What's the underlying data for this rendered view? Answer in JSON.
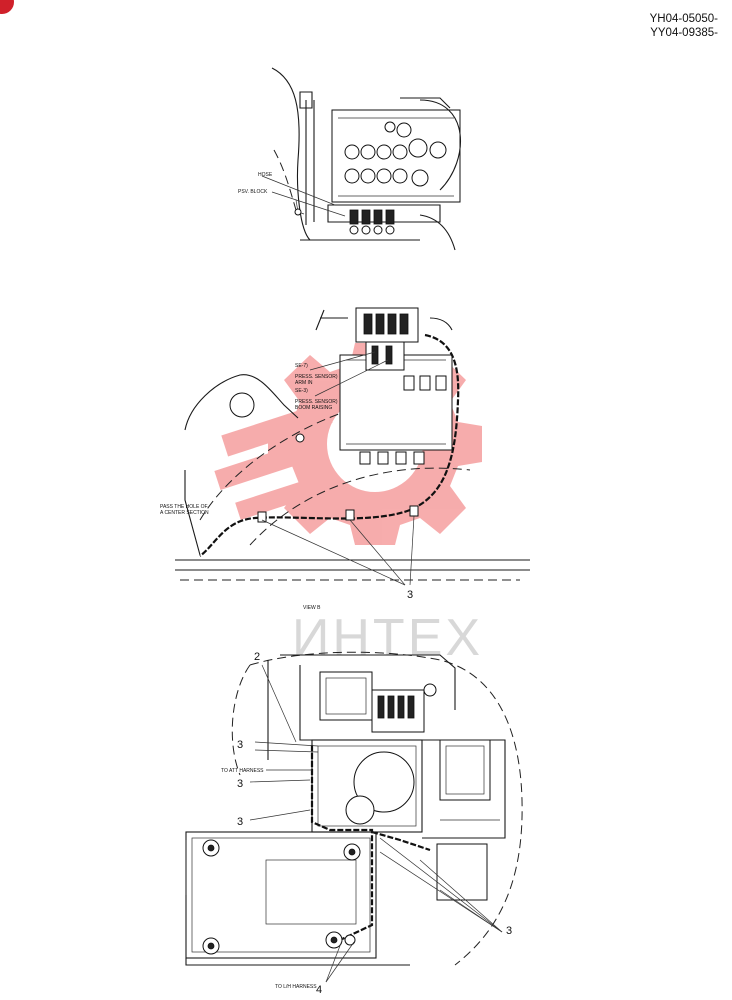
{
  "header": {
    "serial_line1": "YH04-05050-",
    "serial_line2": "YY04-09385-"
  },
  "watermark": {
    "text": "ИНТЕХ",
    "color": "#f06a6a"
  },
  "view_top": {
    "label_hose": "HOSE",
    "label_block": "PSV. BLOCK"
  },
  "view_middle": {
    "label_se7": "SE-7)",
    "label_sensor1_a": "PRESS. SENSOR)",
    "label_sensor1_b": "ARM IN",
    "label_se3": "SE-3)",
    "label_sensor2_a": "PRESS. SENSOR)",
    "label_sensor2_b": "BOOM RAISING",
    "label_left_a": "PASS THE HOLE OF",
    "label_left_b": "A CENTER SECTION",
    "callout_3": "3",
    "view_caption": "VIEW B"
  },
  "view_bottom": {
    "callout_2": "2",
    "callout_3a": "3",
    "callout_3b": "3",
    "callout_3c": "3",
    "callout_3d": "3",
    "callout_4": "4",
    "label_att_harness": "TO ATT HARNESS",
    "label_lh_harness": "TO L/H HARNESS"
  }
}
